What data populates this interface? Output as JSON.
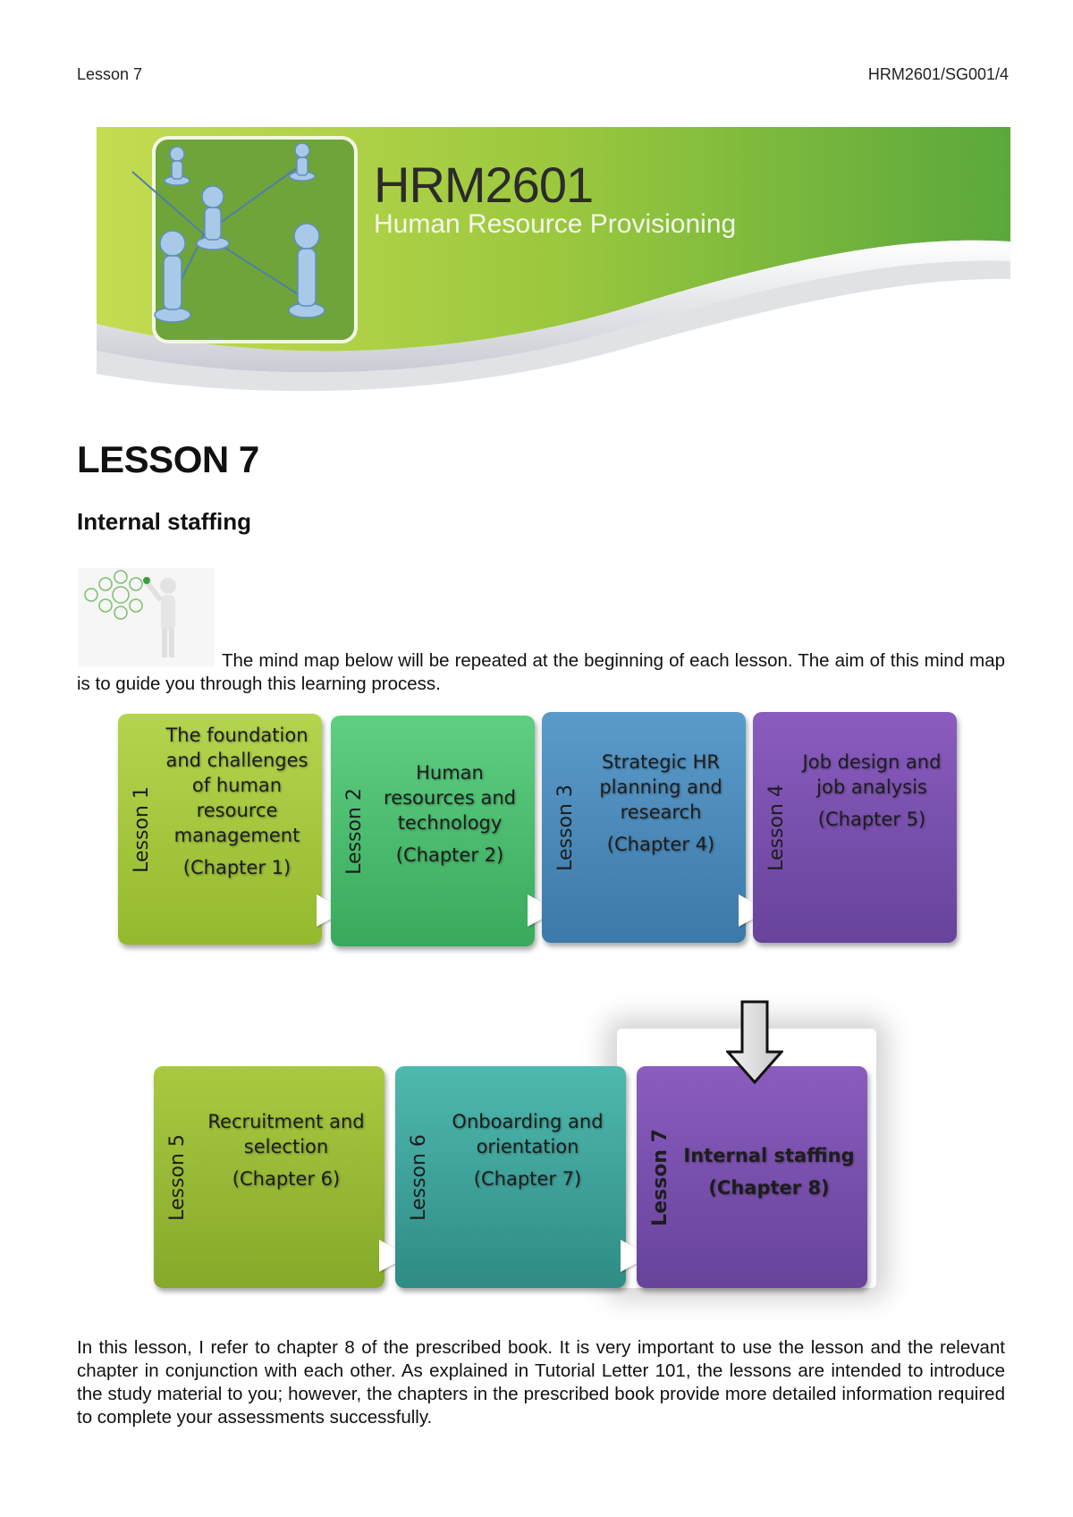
{
  "page_header": {
    "left": "Lesson 7",
    "right": "HRM2601/SG001/4"
  },
  "banner": {
    "course_code": "HRM2601",
    "course_title": "Human Resource Provisioning",
    "colors": {
      "green_light": "#b8d84a",
      "green_dark": "#5aa83c"
    }
  },
  "lesson": {
    "heading": "LESSON 7",
    "subheading": "Internal staffing"
  },
  "intro": {
    "icon": "mind-map-figure-icon",
    "text": "The mind map below will be repeated at the beginning of each lesson. The aim of this mind map is to guide you through this learning process."
  },
  "mind_map": {
    "row1": [
      {
        "label": "Lesson 1",
        "title": "The foundation and challenges of human resource management",
        "chapter": "(Chapter 1)",
        "color": "#a6c63e"
      },
      {
        "label": "Lesson 2",
        "title": "Human resources and technology",
        "chapter": "(Chapter 2)",
        "color": "#4cbd70"
      },
      {
        "label": "Lesson 3",
        "title": "Strategic HR planning and research",
        "chapter": "(Chapter 4)",
        "color": "#4a8aba"
      },
      {
        "label": "Lesson 4",
        "title": "Job design and job analysis",
        "chapter": "(Chapter 5)",
        "color": "#7a50ad"
      }
    ],
    "row2": [
      {
        "label": "Lesson 5",
        "title": "Recruitment and selection",
        "chapter": "(Chapter 6)",
        "color": "#98b935"
      },
      {
        "label": "Lesson 6",
        "title": "Onboarding and orientation",
        "chapter": "(Chapter 7)",
        "color": "#3ea39b"
      },
      {
        "label": "Lesson 7",
        "title": "Internal staffing",
        "chapter": "(Chapter 8)",
        "color": "#764fab",
        "current": true
      }
    ],
    "current_indicator": "down-arrow-icon"
  },
  "body": {
    "paragraph": "In this lesson, I refer to chapter 8 of the prescribed book. It is very important to use the lesson and the relevant chapter in conjunction with each other. As explained in Tutorial Letter 101, the lessons are intended to introduce the study material to you; however, the chapters in the prescribed book provide more detailed information required to complete your assessments successfully."
  }
}
